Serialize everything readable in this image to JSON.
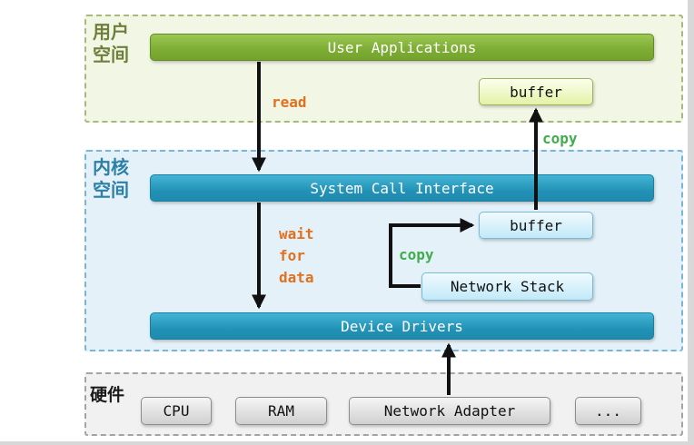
{
  "user_space": {
    "label": "用户\n空间",
    "apps_bar_label": "User Applications",
    "buffer_label": "buffer"
  },
  "kernel_space": {
    "label": "内核\n空间",
    "syscall_bar_label": "System Call Interface",
    "buffer_label": "buffer",
    "network_stack_label": "Network Stack",
    "drivers_bar_label": "Device Drivers"
  },
  "hardware": {
    "label": "硬件",
    "items": [
      "CPU",
      "RAM",
      "Network Adapter",
      "..."
    ]
  },
  "arrows": {
    "read_label": "read",
    "wait_label": "wait\nfor\ndata",
    "copy_network_label": "copy",
    "copy_user_label": "copy"
  },
  "colors": {
    "user_region_bg": "#f2f7e5",
    "user_region_border": "#a8b97c",
    "kernel_region_bg": "#e4f1f8",
    "kernel_region_border": "#79b5d6",
    "hardware_region_bg": "#f1f1f1",
    "green_bar": "#7fae36",
    "teal_bar": "#2292b6",
    "user_buffer_bg": "#e3f2a6",
    "kernel_buffer_bg": "#c2e9f8",
    "hardware_box_bg": "#d0d0d0",
    "arrow_color": "#111111",
    "orange_label": "#e2711d",
    "green_label": "#3fae4a",
    "user_label_color": "#6f7f3a",
    "kernel_label_color": "#2c7fa6"
  }
}
